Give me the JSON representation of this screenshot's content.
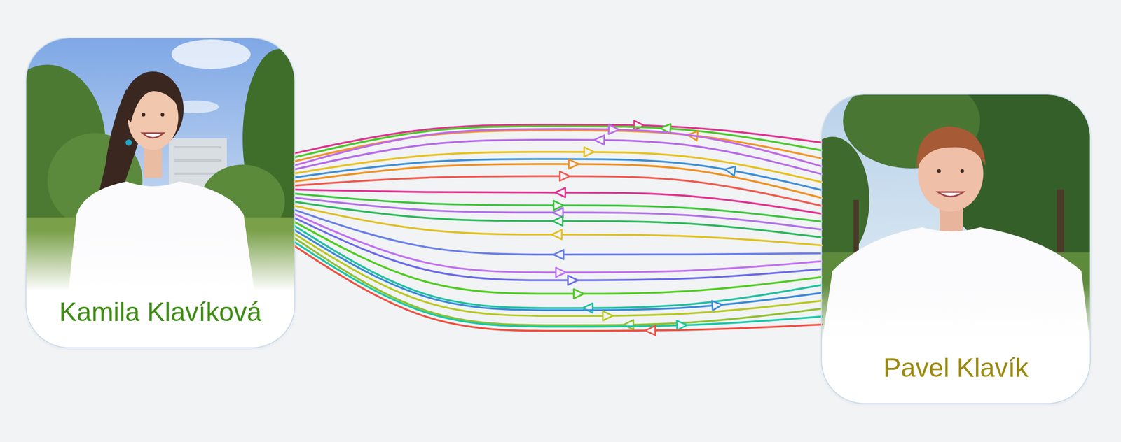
{
  "diagram": {
    "nodes": [
      {
        "text": [
          "Kamila Klavíková"
        ]
      },
      {
        "text": [
          "Pavel Klavík"
        ]
      }
    ],
    "edges": [
      {
        "from": 0,
        "to": 1,
        "arrow": "to"
      },
      {
        "from": 1,
        "to": 0,
        "arrow": "to"
      },
      {
        "from": 1,
        "to": 0,
        "arrow": "to"
      },
      {
        "from": 0,
        "to": 1,
        "arrow": "to"
      },
      {
        "from": 1,
        "to": 0,
        "arrow": "to"
      },
      {
        "from": 0,
        "to": 1,
        "arrow": "to"
      },
      {
        "from": 1,
        "to": 0,
        "arrow": "to"
      },
      {
        "from": 0,
        "to": 1,
        "arrow": "to"
      },
      {
        "from": 0,
        "to": 1,
        "arrow": "to"
      },
      {
        "from": 1,
        "to": 0,
        "arrow": "to"
      },
      {
        "from": 0,
        "to": 1,
        "arrow": "to"
      },
      {
        "from": 1,
        "to": 0,
        "arrow": "to"
      },
      {
        "from": 1,
        "to": 0,
        "arrow": "to"
      },
      {
        "from": 1,
        "to": 0,
        "arrow": "to"
      },
      {
        "from": 1,
        "to": 0,
        "arrow": "to"
      },
      {
        "from": 0,
        "to": 1,
        "arrow": "to"
      },
      {
        "from": 0,
        "to": 1,
        "arrow": "to"
      },
      {
        "from": 0,
        "to": 1,
        "arrow": "to"
      },
      {
        "from": 1,
        "to": 0,
        "arrow": "to"
      },
      {
        "from": 0,
        "to": 1,
        "arrow": "to"
      },
      {
        "from": 0,
        "to": 1,
        "arrow": "to"
      },
      {
        "from": 1,
        "to": 0,
        "arrow": "to"
      },
      {
        "from": 0,
        "to": 1,
        "arrow": "to"
      },
      {
        "from": 1,
        "to": 0,
        "arrow": "to"
      }
    ]
  }
}
